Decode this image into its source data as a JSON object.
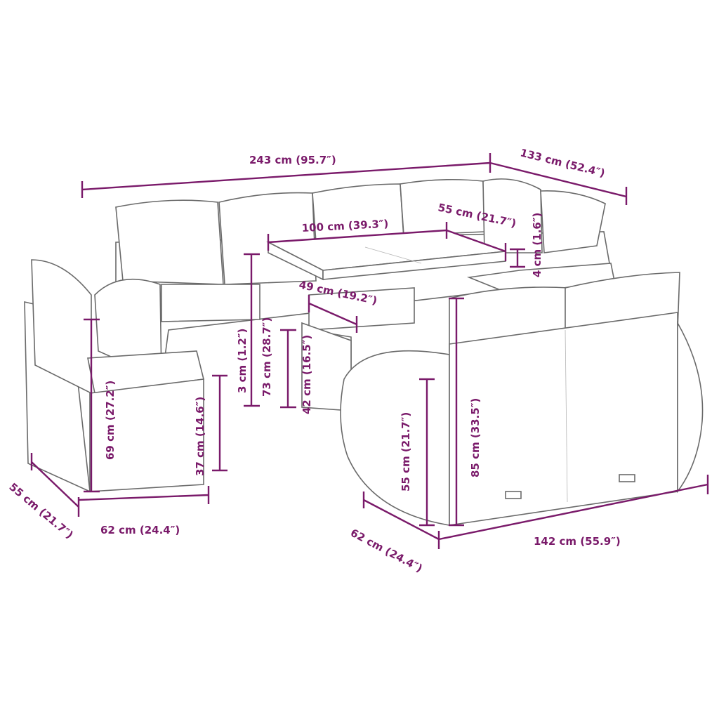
{
  "accent_color": "#7a1a6a",
  "dimensions": {
    "total_width": "243 cm (95.7″)",
    "total_depth": "133 cm (52.4″)",
    "table_width": "100 cm (39.3″)",
    "table_depth": "55 cm (21.7″)",
    "table_top_thickness": "4 cm (1.6″)",
    "table_inner_depth": "49 cm (19.2″)",
    "glass_thickness": "3 cm (1.2″)",
    "table_height": "73 cm (28.7″)",
    "table_shelf_height": "42 cm (16.5″)",
    "chair_height": "69 cm (27.2″)",
    "chair_seat_height": "37 cm (14.6″)",
    "sofa_seat_height": "55 cm (21.7″)",
    "sofa_height": "85 cm (33.5″)",
    "chair_depth": "55 cm (21.7″)",
    "chair_width": "62 cm (24.4″)",
    "sofa_depth": "62 cm (24.4″)",
    "sofa_width": "142 cm (55.9″)"
  }
}
